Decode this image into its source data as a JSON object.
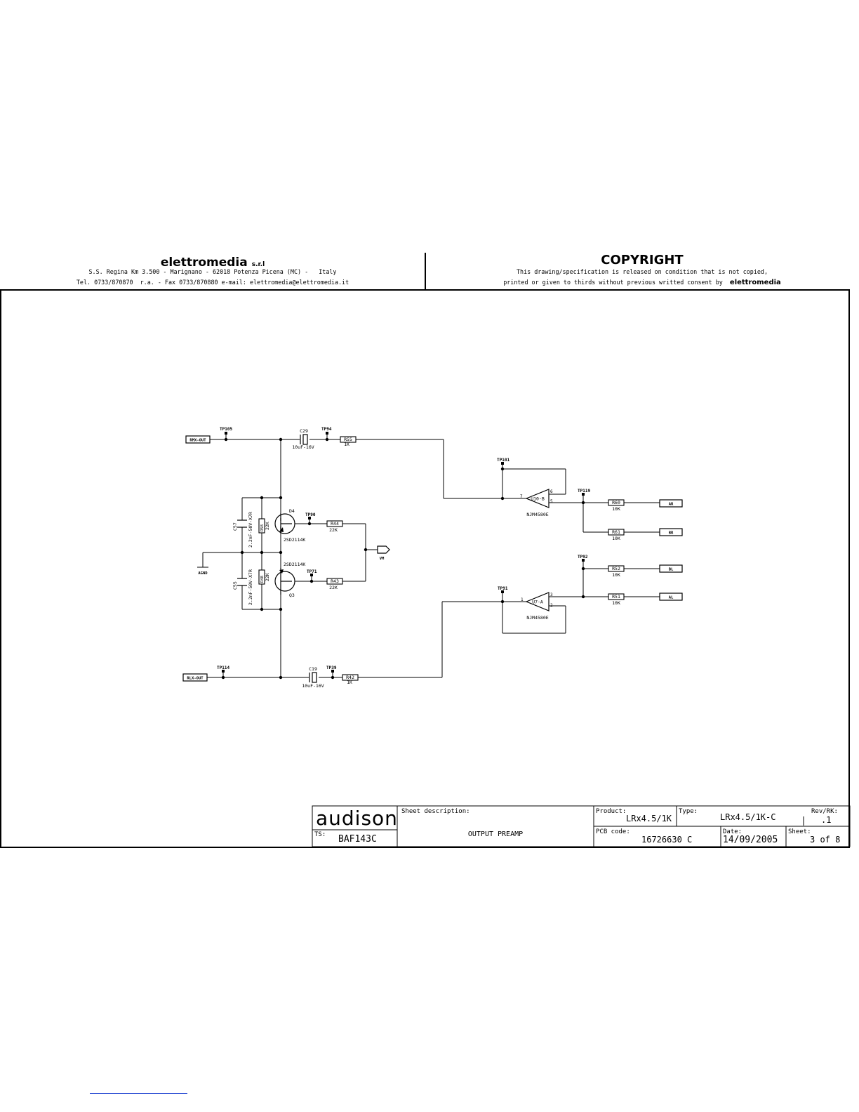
{
  "header": {
    "company": "elettromedia",
    "company_suffix": "s.r.l",
    "address": "S.S. Regina Km 3.500 - Marignano - 62018 Potenza Picena (MC) -   Italy",
    "contact": "Tel. 0733/870870  r.a. - Fax 0733/870880 e-mail: elettromedia@elettromedia.it",
    "copyright_title": "COPYRIGHT",
    "copyright_line1": "This drawing/specification is released on condition that is not copied,",
    "copyright_line2": "printed or given to thirds without previous writted consent by",
    "copyright_brand": "elettromedia"
  },
  "schematic": {
    "ports": {
      "rmx_out": "RMX-OUT",
      "rlx_out": "RLX-OUT",
      "agnd": "AGND",
      "vm": "VM",
      "ar": "AR",
      "br": "BR",
      "bl": "BL",
      "al": "AL"
    },
    "test_points": {
      "tp105": "TP105",
      "tp94": "TP94",
      "tp101": "TP101",
      "tp119": "TP119",
      "tp90": "TP90",
      "tp71": "TP71",
      "tp92": "TP92",
      "tp91": "TP91",
      "tp114": "TP114",
      "tp39": "TP39"
    },
    "components": {
      "c29": "C29",
      "c29_val": "10uF-16V",
      "r55": "R55",
      "r55_val": "1K",
      "c57": "C57",
      "c57_val": "2.2nF-50V-X7R",
      "r58": "R58",
      "r58_val": "22K",
      "d4": "D4",
      "q_top_part": "2SD2114K",
      "r44": "R44",
      "r44_val": "22K",
      "q_bot_part": "2SD2114K",
      "r48": "R48",
      "r48_val": "22K",
      "c55": "C55",
      "c55_val": "2.2nF-50V-X7R",
      "q3": "Q3",
      "r43": "R43",
      "r43_val": "22K",
      "c19": "C19",
      "c19_val": "10uF-16V",
      "r42": "R42",
      "r42_val": "1K",
      "u10b": "U10-B",
      "u10b_part": "NJM4580E",
      "u7a": "U7-A",
      "u7a_part": "NJM4580E",
      "r60": "R60",
      "r60_val": "10K",
      "r61": "R61",
      "r61_val": "10K",
      "r52": "R52",
      "r52_val": "10K",
      "r51": "R51",
      "r51_val": "10K"
    },
    "pins": {
      "u10_out": "7",
      "u10_in_minus": "6",
      "u10_in_plus": "5",
      "u7_out": "1",
      "u7_in_plus": "3",
      "u7_in_minus": "2"
    }
  },
  "title_block": {
    "logo": "audison",
    "ts_label": "TS:",
    "ts_value": "BAF143C",
    "sheet_desc_label": "Sheet description:",
    "sheet_desc_value": "OUTPUT PREAMP",
    "product_label": "Product:",
    "product_value": "LRx4.5/1K",
    "type_label": "Type:",
    "type_value": "LRx4.5/1K-C",
    "rev_label": "Rev/RK:",
    "rev_value": ".1",
    "pcb_label": "PCB code:",
    "pcb_value": "16726630 C",
    "date_label": "Date:",
    "date_value": "14/09/2005",
    "sheet_label": "Sheet:",
    "sheet_value": "3 of 8"
  }
}
